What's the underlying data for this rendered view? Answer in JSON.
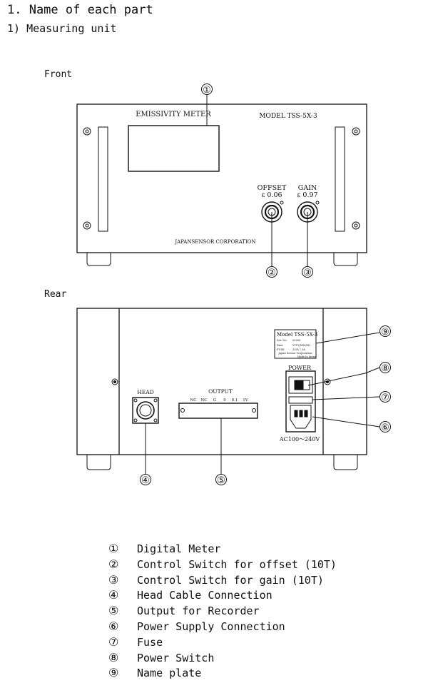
{
  "header": {
    "title": "1. Name of each part",
    "subtitle": "1) Measuring unit"
  },
  "front": {
    "label": "Front",
    "meter_label": "EMISSIVITY METER",
    "model": "MODEL TSS-5X-3",
    "offset_label": "OFFSET",
    "offset_value": "ε 0.06",
    "gain_label": "GAIN",
    "gain_value": "ε 0.97",
    "maker": "JAPANSENSOR CORPORATION",
    "callouts": [
      "①",
      "②",
      "③"
    ]
  },
  "rear": {
    "label": "Rear",
    "head_label": "HEAD",
    "output_label": "OUTPUT",
    "output_terminals": [
      "NC",
      "NC",
      "G",
      "0",
      "0.1",
      "1V"
    ],
    "power_label": "POWER",
    "ac_label": "AC100～240V",
    "nameplate": {
      "title": "Model  TSS-5X-3",
      "rows": [
        [
          "Ser. No.",
          "00000"
        ],
        [
          "Date",
          "YYYY/MM/DD"
        ],
        [
          "FUSE",
          "250V / 3A"
        ]
      ],
      "company": "Japan Sensor Corporation",
      "made_in": "Made in Japan"
    },
    "callouts": [
      "④",
      "⑤",
      "⑥",
      "⑦",
      "⑧",
      "⑨"
    ]
  },
  "legend": [
    {
      "num": "①",
      "text": "Digital Meter"
    },
    {
      "num": "②",
      "text": "Control Switch for offset (10T)"
    },
    {
      "num": "③",
      "text": "Control Switch for gain (10T)"
    },
    {
      "num": "④",
      "text": "Head Cable Connection"
    },
    {
      "num": "⑤",
      "text": "Output for Recorder"
    },
    {
      "num": "⑥",
      "text": "Power Supply Connection"
    },
    {
      "num": "⑦",
      "text": "Fuse"
    },
    {
      "num": "⑧",
      "text": "Power Switch"
    },
    {
      "num": "⑨",
      "text": "Name plate"
    }
  ]
}
